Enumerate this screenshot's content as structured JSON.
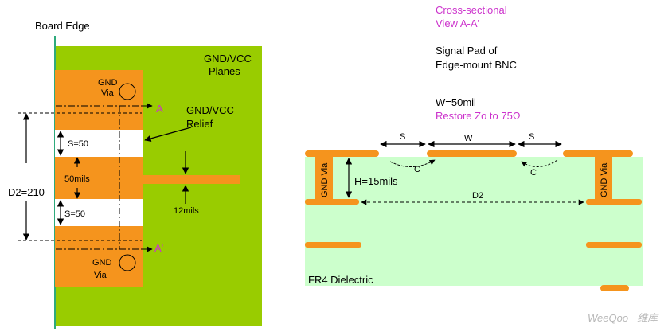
{
  "colors": {
    "plane_green": "#99cc00",
    "copper_orange": "#f5941d",
    "dielectric_green": "#ccffcc",
    "board_edge_line": "#2eaa7c",
    "accent_magenta": "#cc33cc"
  },
  "plan_view": {
    "board_edge_label": "Board Edge",
    "planes_label_line1": "GND/VCC",
    "planes_label_line2": "Planes",
    "relief_label_line1": "GND/VCC",
    "relief_label_line2": "Relief",
    "gnd_via_top_line1": "GND",
    "gnd_via_top_line2": "Via",
    "gnd_via_bottom_line1": "GND",
    "gnd_via_bottom_line2": "Via",
    "section_marker_top": "A",
    "section_marker_bottom": "A'",
    "spacing_top": "S=50",
    "spacing_bottom": "S=50",
    "pad_width_label": "50mils",
    "trace_width_label": "12mils",
    "d2_label": "D2=210"
  },
  "section_view": {
    "title_line1": "Cross-sectional",
    "title_line2": "View A-A'",
    "desc_line1": "Signal Pad of",
    "desc_line2": "Edge-mount BNC",
    "width_spec": "W=50mil",
    "restore_spec": "Restore Zo to 75Ω",
    "gap_left": "S",
    "pad_w": "W",
    "gap_right": "S",
    "coupling_left": "C",
    "coupling_right": "C",
    "via_left": "GND Via",
    "via_right": "GND Via",
    "height_label": "H=15mils",
    "d2_label": "D2",
    "dielectric_label": "FR4 Dielectric"
  },
  "watermark": {
    "brand": "WeeQoo",
    "suffix": "维库"
  }
}
